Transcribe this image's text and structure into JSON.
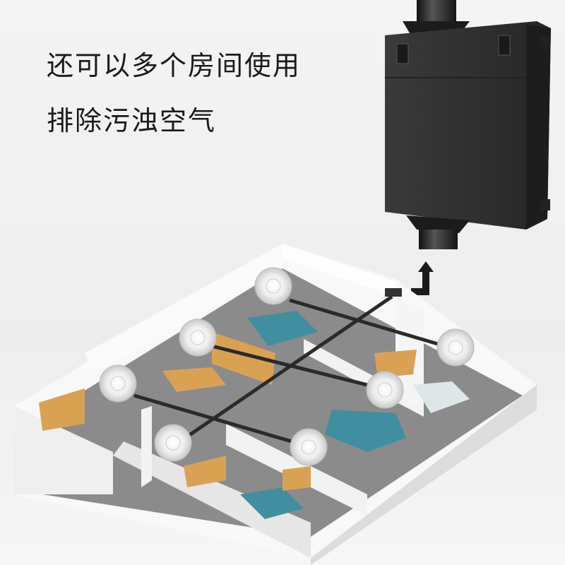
{
  "headline": {
    "line1": "还可以多个房间使用",
    "line2": "排除污浊空气"
  },
  "colors": {
    "unit_body": "#2e2e2e",
    "wall": "#f7f7f7",
    "floor": "#8a8a8a",
    "wood": "#d9a253",
    "teal": "#3f8fa0",
    "duct": "#2a2a2a"
  },
  "icons": [
    "ventilation-unit",
    "air-vent",
    "exhaust-arrow-icon"
  ]
}
